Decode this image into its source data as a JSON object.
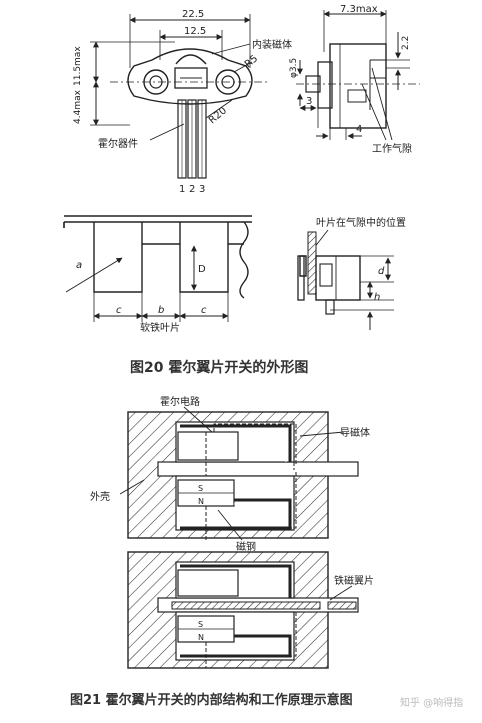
{
  "figure20": {
    "caption": "图20 霍尔翼片开关的外形图",
    "top_view": {
      "dim_22_5": "22.5",
      "dim_12_5": "12.5",
      "dim_11_5": "11.5max",
      "dim_4_4": "4.4max",
      "r5": "R5",
      "r20": "R20",
      "label_magnet": "内装磁体",
      "label_hall": "霍尔器件",
      "pin_1": "1",
      "pin_2": "2",
      "pin_3": "3"
    },
    "side_view": {
      "dim_7_3": "7.3max",
      "dim_2_2": "2.2",
      "dim_phi": "φ3.5",
      "dim_3": "3",
      "dim_4": "4",
      "label_gap": "工作气隙"
    },
    "vane_view": {
      "a": "a",
      "D": "D",
      "c_left": "c",
      "b": "b",
      "c_right": "c",
      "label_vane": "软铁叶片"
    },
    "position_view": {
      "label_position": "叶片在气隙中的位置",
      "d": "d",
      "h": "h"
    }
  },
  "figure21": {
    "caption": "图21 霍尔翼片开关的内部结构和工作原理示意图",
    "top": {
      "label_hall_circuit": "霍尔电路",
      "label_guide": "导磁体",
      "label_shell": "外壳",
      "label_magnet_steel": "磁钢",
      "s": "S",
      "n": "N"
    },
    "bottom": {
      "label_iron_vane": "铁磁翼片",
      "s": "S",
      "n": "N"
    }
  },
  "watermark": "知乎 @响得指"
}
